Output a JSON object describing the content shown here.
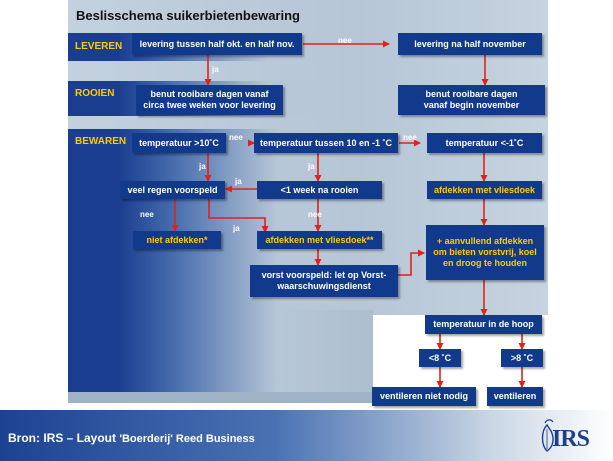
{
  "title": "Beslisschema suikerbietenbewaring",
  "rows": {
    "leveren": "LEVEREN",
    "rooien": "ROOIEN",
    "bewaren": "BEWAREN"
  },
  "boxes": {
    "levering_half_okt": "levering tussen half okt. en half nov.",
    "levering_na_half_nov": "levering na half november",
    "benut_twee_weken_1": "benut rooibare dagen vanaf",
    "benut_twee_weken_2": "circa twee weken voor levering",
    "benut_begin_nov_1": "benut rooibare dagen",
    "benut_begin_nov_2": "vanaf begin november",
    "temp_boven_10": "temperatuur >10˚C",
    "temp_tussen": "temperatuur tussen 10 en -1 ˚C",
    "temp_onder_min1": "temperatuur <-1˚C",
    "veel_regen": "veel regen voorspeld",
    "week_na_rooien": "<1 week na rooien",
    "afdekken_vliesdoek_right": "afdekken met vliesdoek",
    "niet_afdekken": "niet afdekken*",
    "afdekken_vliesdoek_mid": "afdekken met vliesdoek**",
    "aanvullend_1": "+ aanvullend afdekken",
    "aanvullend_2": "om bieten vorstvrij, koel",
    "aanvullend_3": "en droog te houden",
    "vorst_1": "vorst voorspeld: let op Vorst-",
    "vorst_2": "waarschuwingsdienst",
    "temp_hoop": "temperatuur in de hoop",
    "lt8": "<8 ˚C",
    "gt8": ">8 ˚C",
    "vent_niet_nodig": "ventileren niet nodig",
    "ventileren": "ventileren"
  },
  "edge_labels": {
    "nee": "nee",
    "ja": "ja"
  },
  "footer": {
    "prefix": "Bron: IRS – Layout ",
    "publication": "'Boerderij' Reed Business",
    "logo_text": "IRS"
  },
  "colors": {
    "box_fill": "#123a8c",
    "arrow": "#e0221a",
    "highlight_text": "#ffcc00",
    "footer_start": "#1c4292"
  }
}
